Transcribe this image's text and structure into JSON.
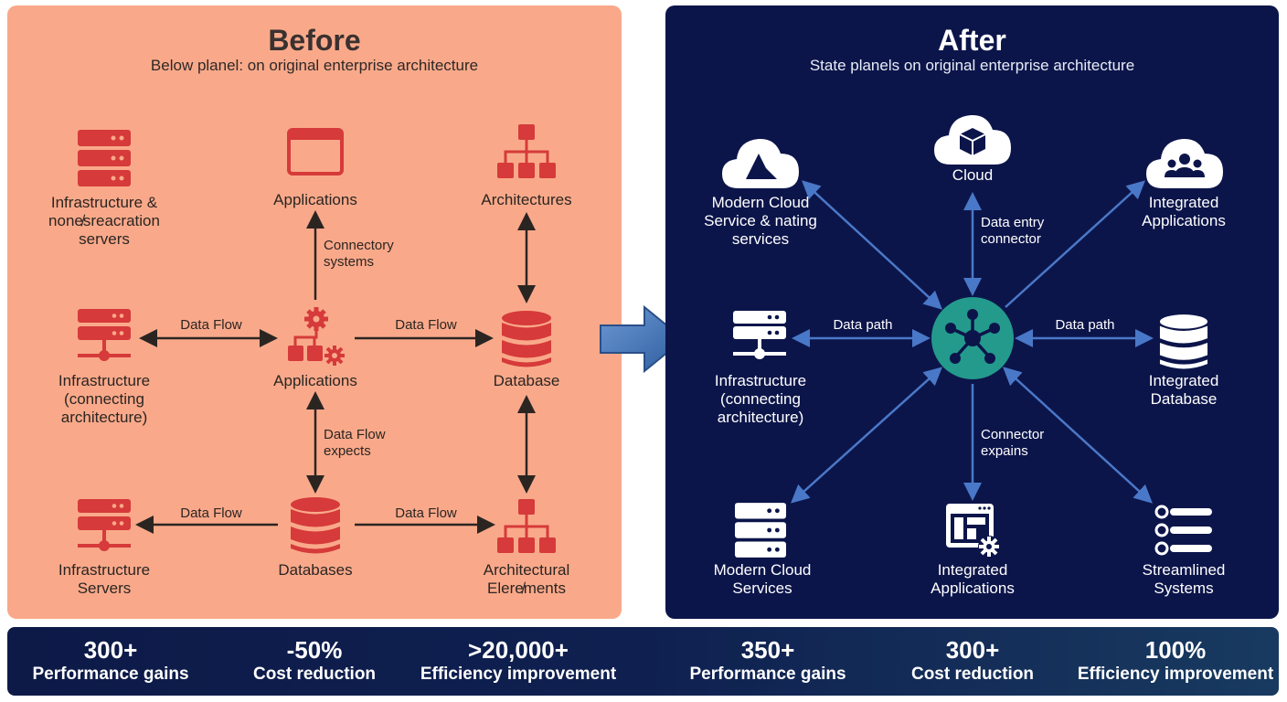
{
  "colors": {
    "before_bg": "#f9a98a",
    "after_bg": "#0c154a",
    "before_icon": "#d63a3a",
    "after_icon": "#ffffff",
    "hub": "#239a8c",
    "after_arrow": "#4a78c8",
    "before_arrow": "#2b2522",
    "transition_arrow": "#3f70b4"
  },
  "before": {
    "title": "Before",
    "subtitle": "Below planel: on original enterprise architecture",
    "nodes": {
      "infra_top": "Infrastructure &\nnone̸sreacration\nservers",
      "apps_top": "Applications",
      "architectures": "Architectures",
      "infra_mid": "Infrastructure\n(connecting\narchitecture)",
      "apps_mid": "Applications",
      "database": "Database",
      "infra_bottom": "Infrastructure\nServers",
      "databases": "Databases",
      "arch_elements": "Architectural\nElere̸ments"
    },
    "edges": {
      "connectory": "Connectory\nsystems",
      "flow_left": "Data Flow",
      "flow_right": "Data Flow",
      "flow_expects": "Data Flow\nexpects",
      "flow_bottom_left": "Data Flow",
      "flow_bottom_right": "Data Flow"
    },
    "icons": {
      "infra_top": "server-stack-icon",
      "apps_top": "browser-window-icon",
      "architectures": "hierarchy-icon",
      "infra_mid": "network-server-icon",
      "apps_mid": "gear-blocks-icon",
      "database": "database-icon",
      "infra_bottom": "network-server-icon",
      "databases": "database-icon",
      "arch_elements": "hierarchy-icon"
    }
  },
  "after": {
    "title": "After",
    "subtitle": "State planels on original enterprise architecture",
    "nodes": {
      "modern_cloud": "Modern Cloud\nService & nating\nservices",
      "cloud": "Cloud",
      "integrated_apps_top": "Integrated\nApplications",
      "infra": "Infrastructure\n(connecting\narchitecture)",
      "integrated_db": "Integrated\nDatabase",
      "modern_cloud_services": "Modern Cloud\nServices",
      "integrated_apps_bottom": "Integrated\nApplications",
      "streamlined": "Streamlined\nSystems"
    },
    "edges": {
      "data_entry": "Data entry\nconnector",
      "data_path_left": "Data path",
      "data_path_right": "Data path",
      "connector_expains": "Connector\nexpains"
    },
    "icons": {
      "modern_cloud": "cloud-logo-icon",
      "cloud": "cloud-box-icon",
      "integrated_apps_top": "cloud-users-icon",
      "infra": "network-server-icon",
      "hub": "network-hub-icon",
      "integrated_db": "database-icon",
      "modern_cloud_services": "server-stack-icon",
      "integrated_apps_bottom": "app-gear-icon",
      "streamlined": "list-rings-icon"
    }
  },
  "stats": [
    {
      "value": "300+",
      "label": "Performance gains"
    },
    {
      "value": "-50%",
      "label": "Cost reduction"
    },
    {
      "value": ">20,000+",
      "label": "Efficiency improvement"
    },
    {
      "value": "350+",
      "label": "Performance gains"
    },
    {
      "value": "300+",
      "label": "Cost reduction"
    },
    {
      "value": "100%",
      "label": "Efficiency improvement"
    }
  ]
}
